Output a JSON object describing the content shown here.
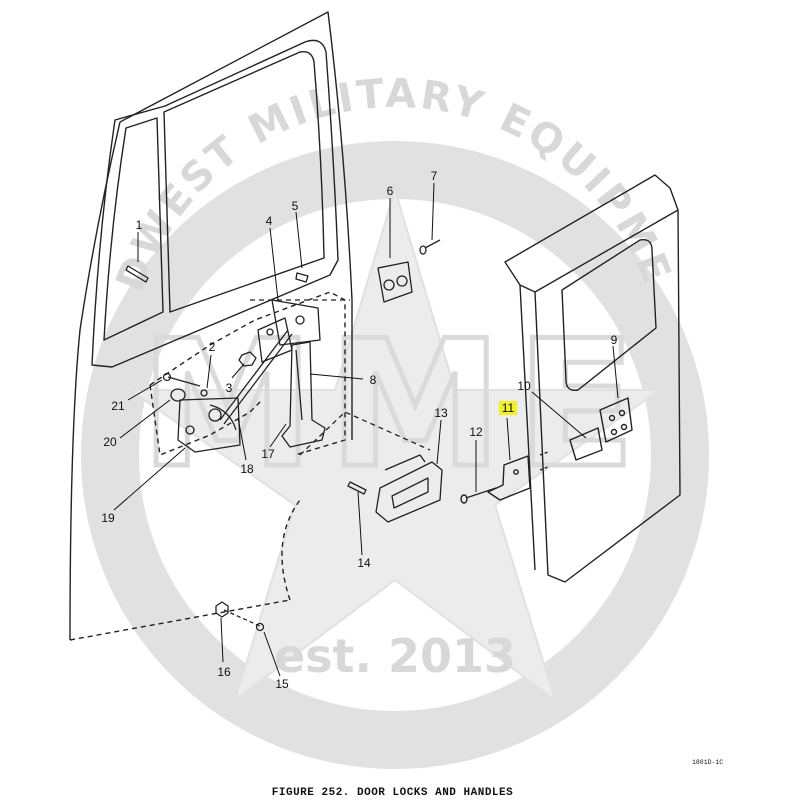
{
  "figure": {
    "caption": "FIGURE 252. DOOR LOCKS AND HANDLES",
    "code": "1801D-1C",
    "highlight_color": "#f3ef2a"
  },
  "watermark": {
    "arc_text": "MIDWEST MILITARY EQUIPMENT",
    "letters": "MME",
    "established": "est. 2013",
    "color": "#d9d9d9"
  },
  "callouts": {
    "c1": "1",
    "c2": "2",
    "c3": "3",
    "c4": "4",
    "c5": "5",
    "c6": "6",
    "c7": "7",
    "c8": "8",
    "c9": "9",
    "c10": "10",
    "c11": "11",
    "c12": "12",
    "c13": "13",
    "c14": "14",
    "c15": "15",
    "c16": "16",
    "c17": "17",
    "c18": "18",
    "c19": "19",
    "c20": "20",
    "c21": "21"
  }
}
